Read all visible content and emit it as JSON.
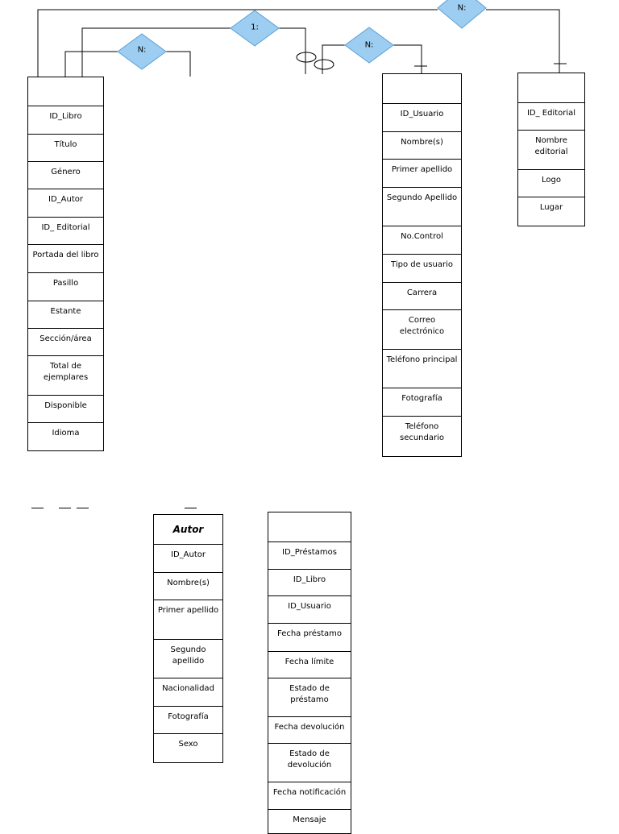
{
  "entities": {
    "libro": {
      "title": "",
      "fields": [
        "ID_Libro",
        "Título",
        "Género",
        "ID_Autor",
        "ID_ Editorial",
        "Portada del libro",
        "Pasillo",
        "Estante",
        "Sección/área",
        "Total de ejemplares",
        "Disponible",
        "Idioma"
      ]
    },
    "usuario": {
      "title": "",
      "fields": [
        "ID_Usuario",
        "Nombre(s)",
        "Primer apellido",
        "Segundo Apellido",
        "No.Control",
        "Tipo de usuario",
        "Carrera",
        "Correo electrónico",
        "Teléfono principal",
        "Fotografía",
        "Teléfono secundario"
      ]
    },
    "editorial": {
      "title": "",
      "fields": [
        "ID_ Editorial",
        "Nombre editorial",
        "Logo",
        "Lugar"
      ]
    },
    "autor": {
      "title": "Autor",
      "fields": [
        "ID_Autor",
        "Nombre(s)",
        "Primer apellido",
        "Segundo apellido",
        "Nacionalidad",
        "Fotografía",
        "Sexo"
      ]
    },
    "prestamos": {
      "title": "",
      "fields": [
        "ID_Préstamos",
        "ID_Libro",
        "ID_Usuario",
        "Fecha préstamo",
        "Fecha límite",
        "Estado de préstamo",
        "Fecha devolución",
        "Estado de devolución",
        "Fecha notificación",
        "Mensaje"
      ]
    }
  },
  "relationships": {
    "rel_editorial": "N:",
    "rel_usuario_libro": "1:",
    "rel_autor": "N:",
    "rel_usuario": "N:"
  },
  "colors": {
    "diamond_fill": "#9dcdf0",
    "diamond_stroke": "#5aa0d8",
    "line": "#000000"
  }
}
